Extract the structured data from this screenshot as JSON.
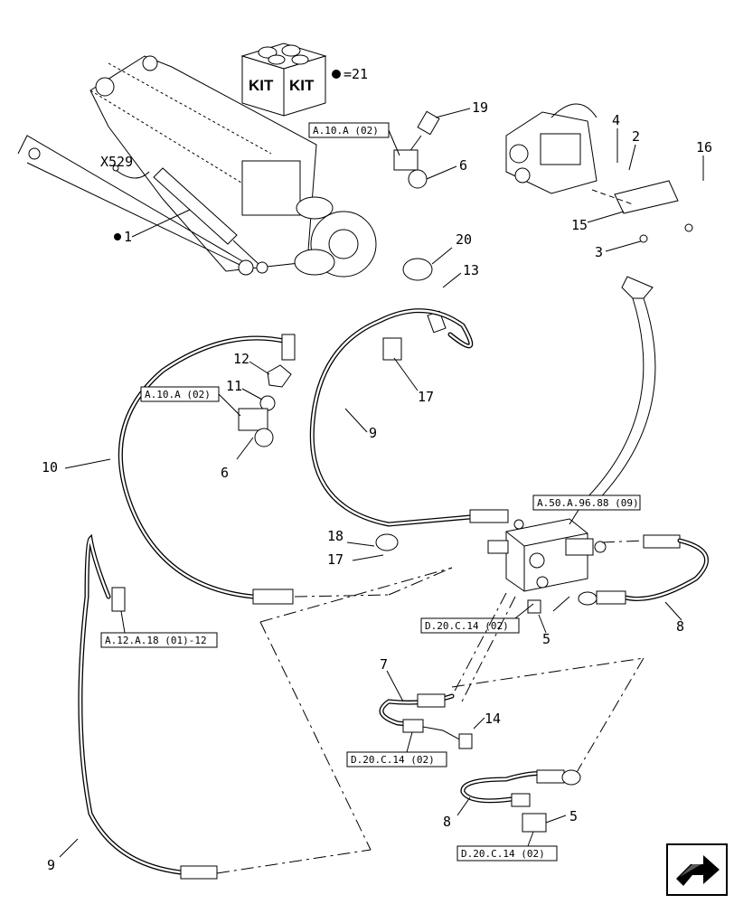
{
  "kit": {
    "word": "KIT",
    "legend": "=21"
  },
  "refs": [
    {
      "id": "ref-a10a-top",
      "text": "A.10.A (02)"
    },
    {
      "id": "ref-a10a-mid",
      "text": "A.10.A (02)"
    },
    {
      "id": "ref-a50a",
      "text": "A.50.A.96.88 (09)"
    },
    {
      "id": "ref-a12a",
      "text": "A.12.A.18 (01)-12"
    },
    {
      "id": "ref-d20c-1",
      "text": "D.20.C.14 (02)"
    },
    {
      "id": "ref-d20c-2",
      "text": "D.20.C.14 (02)"
    },
    {
      "id": "ref-d20c-3",
      "text": "D.20.C.14 (02)"
    }
  ],
  "labels": {
    "connector": "X529",
    "cylinder": "1",
    "n19": "19",
    "n6a": "6",
    "n4": "4",
    "n2": "2",
    "n16": "16",
    "n15": "15",
    "n3": "3",
    "n20": "20",
    "n13": "13",
    "n12": "12",
    "n11": "11",
    "n6b": "6",
    "n10": "10",
    "n17a": "17",
    "n9a": "9",
    "n18": "18",
    "n17b": "17",
    "n8a": "8",
    "n5a": "5",
    "n7": "7",
    "n14": "14",
    "n8b": "8",
    "n5b": "5",
    "n9b": "9"
  }
}
